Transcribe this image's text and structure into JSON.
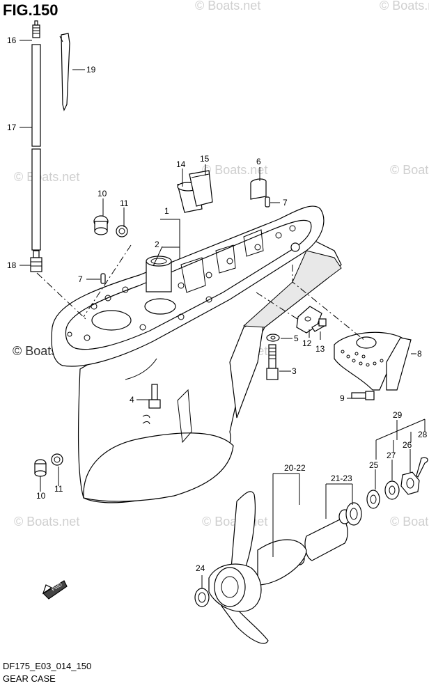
{
  "figure_title": "FIG.150",
  "footer": {
    "code": "DF175_E03_014_150",
    "name": "GEAR CASE"
  },
  "watermark": "© Boats.net",
  "fwd_label": "FWD",
  "callouts": {
    "c1": "1",
    "c2": "2",
    "c3": "3",
    "c4": "4",
    "c5": "5",
    "c6": "6",
    "c7a": "7",
    "c7b": "7",
    "c8": "8",
    "c9": "9",
    "c10a": "10",
    "c10b": "10",
    "c11a": "11",
    "c11b": "11",
    "c12": "12",
    "c13": "13",
    "c14": "14",
    "c15": "15",
    "c16": "16",
    "c17": "17",
    "c18": "18",
    "c19": "19",
    "c20": "20-22",
    "c21": "21-23",
    "c24": "24",
    "c25": "25",
    "c26": "26",
    "c27": "27",
    "c28": "28",
    "c29": "29"
  }
}
